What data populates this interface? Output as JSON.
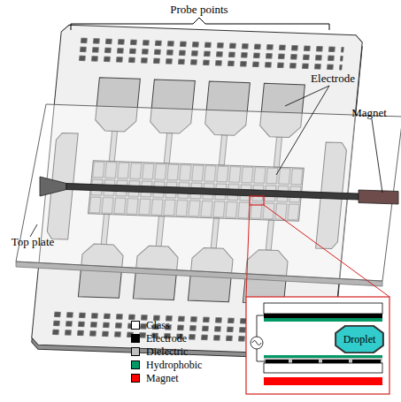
{
  "diagram": {
    "nodes": [
      {
        "text": [
          "Droplet"
        ]
      }
    ],
    "labels": [
      "Probe points",
      "Electrode",
      "Magnet",
      "Top plate"
    ],
    "legend": [
      {
        "text": "Glass",
        "color": "#ffffff"
      },
      {
        "text": "Electrode",
        "color": "#000000"
      },
      {
        "text": "Dielectric",
        "color": "#c0c0c0"
      },
      {
        "text": "Hydrophobic",
        "color": "#009966"
      },
      {
        "text": "Magnet",
        "color": "#ff0000"
      }
    ]
  }
}
